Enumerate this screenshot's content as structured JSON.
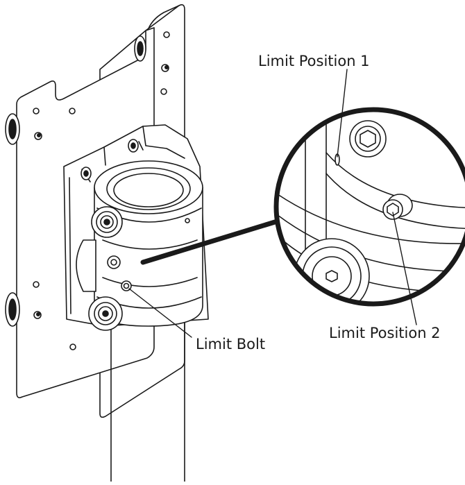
{
  "labels": {
    "limit_position_1": "Limit Position 1",
    "limit_position_2": "Limit Position 2",
    "limit_bolt": "Limit Bolt"
  },
  "colors": {
    "line": "#1a1a1a",
    "background": "#ffffff",
    "pipe": "#ffffff"
  },
  "icons": {
    "hex_socket": "hex-socket-bolt-icon",
    "flat_washer_bolt": "washer-bolt-icon"
  }
}
